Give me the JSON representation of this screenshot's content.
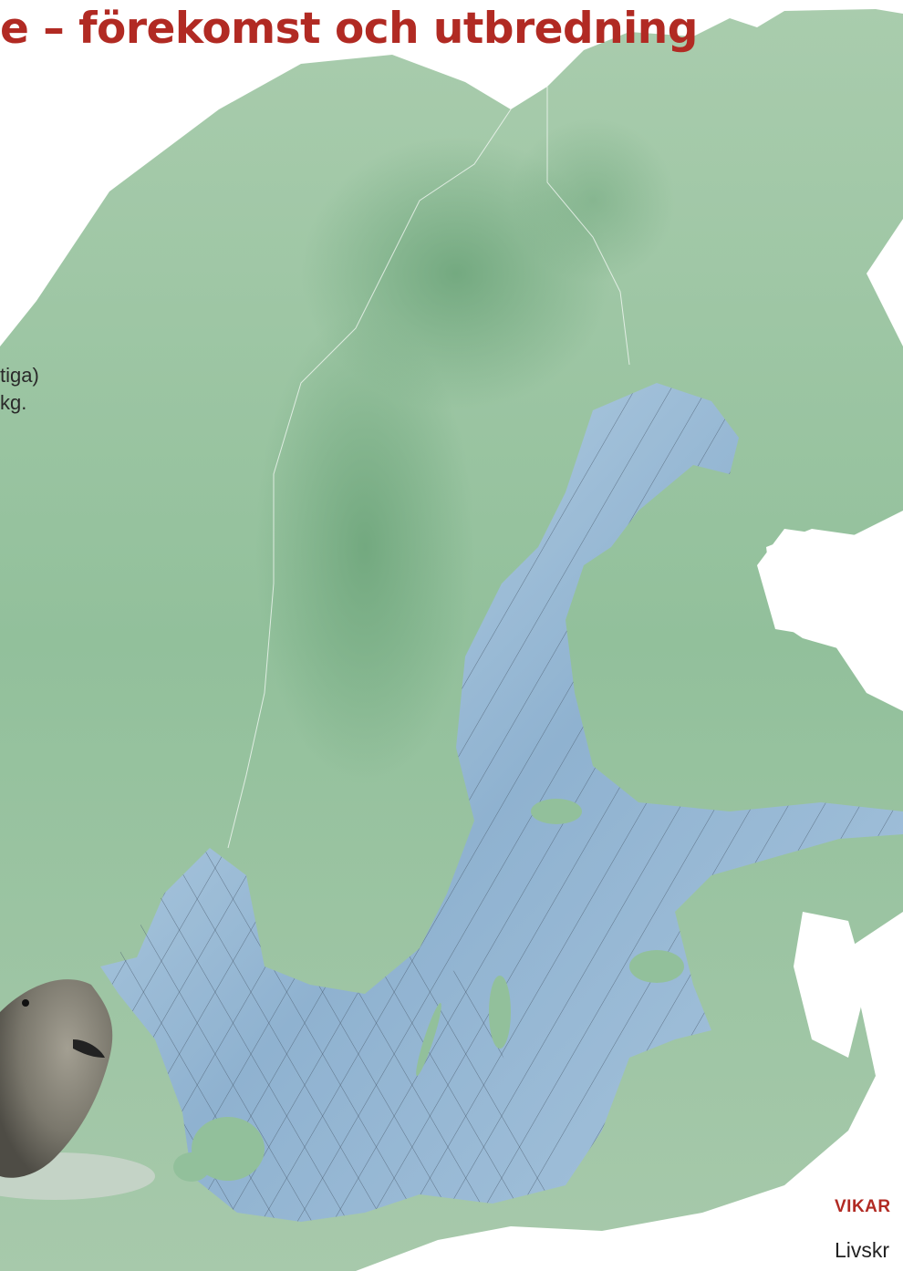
{
  "title": "e – förekomst och utbredning",
  "side_text": [
    "tiga)",
    "kg."
  ],
  "legend": {
    "heading": "VIKAR",
    "body": "Livskr"
  },
  "colors": {
    "title": "#b12a23",
    "land_light": "#a9ccad",
    "land_mid": "#8fbf97",
    "land_dark": "#6fa67c",
    "sea_light": "#b8d2e4",
    "sea_dark": "#7ea6c7",
    "hatch": "#4a5c6e",
    "seal_body": "#7a776c"
  }
}
